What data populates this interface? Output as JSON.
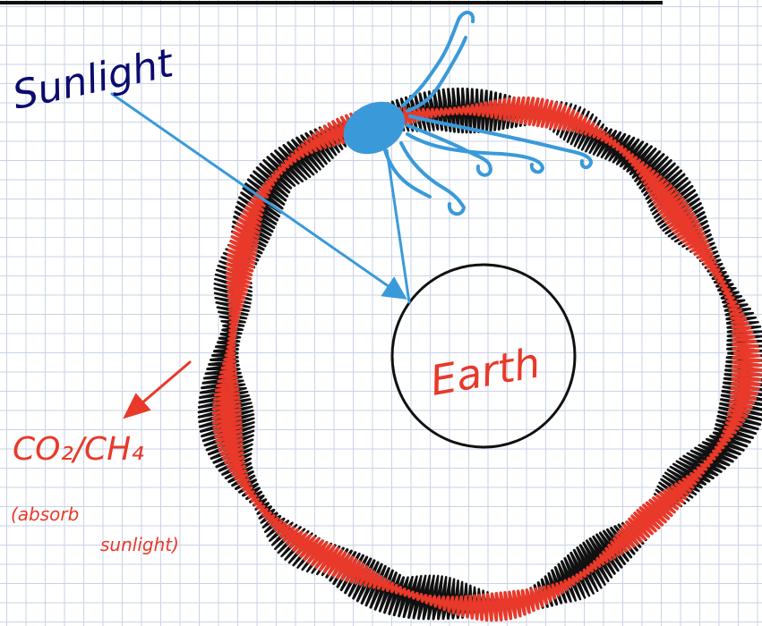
{
  "labels": {
    "sunlight": "Sunlight",
    "earth": "Earth",
    "gases": "CO₂/CH₄",
    "absorb_line1": "(absorb",
    "absorb_line2": "sunlight)"
  },
  "colors": {
    "grid": "#c9d3e6",
    "ink_navy": "#0b0b6e",
    "ink_blue": "#3a9ad9",
    "ink_red": "#e8392a",
    "ink_black": "#111111"
  },
  "icons": {
    "sun": "blue-sun-with-rays"
  }
}
